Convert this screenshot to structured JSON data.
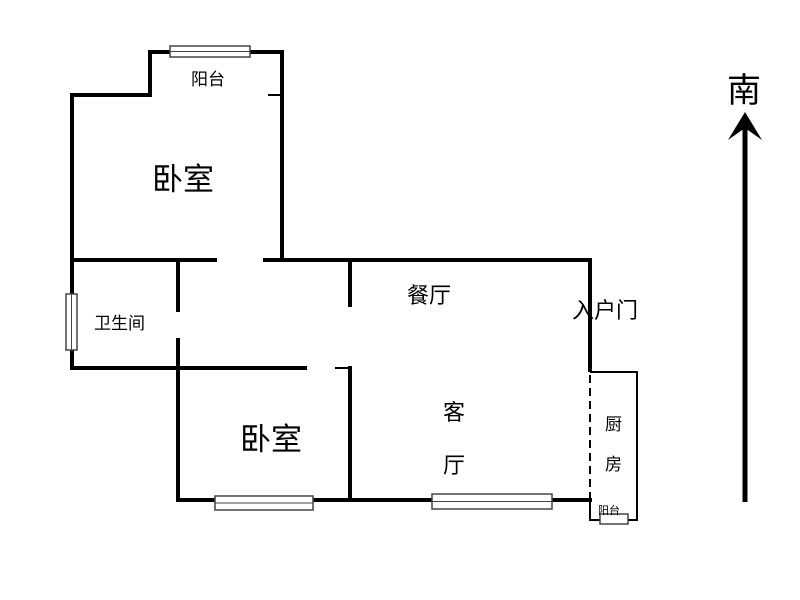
{
  "rooms": {
    "balcony_top": "阳台",
    "bedroom_top": "卧室",
    "bathroom": "卫生间",
    "dining": "餐厅",
    "entrance": "入户门",
    "bedroom_bottom": "卧室",
    "living_1": "客",
    "living_2": "厅",
    "kitchen_1": "厨",
    "kitchen_2": "房",
    "balcony_small": "阳台"
  },
  "compass": {
    "direction": "南"
  }
}
